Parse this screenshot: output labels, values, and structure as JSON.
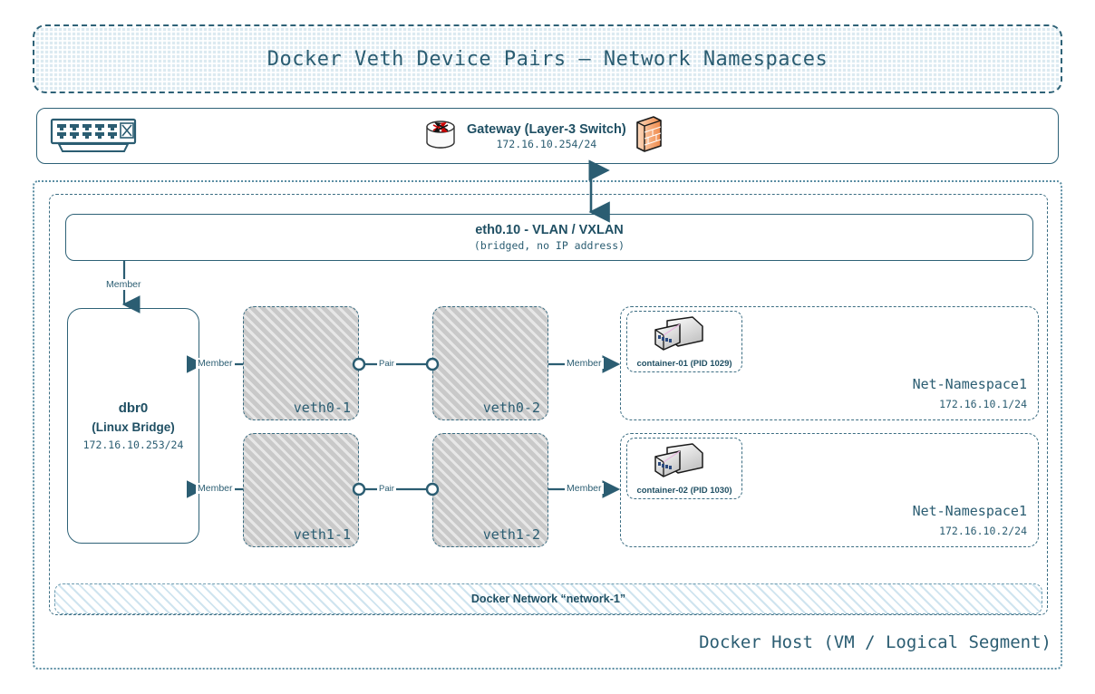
{
  "title": {
    "text": "Docker Veth Device Pairs – Network Namespaces"
  },
  "gateway_strip": {
    "switch_icon": "network-switch-icon",
    "router_icon": "router-icon",
    "firewall_icon": "firewall-icon",
    "gateway_title": "Gateway (Layer-3 Switch)",
    "gateway_ip": "172.16.10.254/24"
  },
  "host": {
    "label": "Docker Host (VM / Logical Segment)",
    "uplink": {
      "vlan_title": "eth0.10 - VLAN / VXLAN",
      "vlan_subtitle": "(bridged, no IP address)"
    },
    "bridge": {
      "name": "dbr0",
      "subtitle": "(Linux Bridge)",
      "ip": "172.16.10.253/24",
      "uplink_edge_label": "Member"
    },
    "rows": [
      {
        "veth_left": "veth0-1",
        "veth_right": "veth0-2",
        "pair_label": "Pair",
        "left_edge_label": "Member",
        "right_edge_label": "Member",
        "container_name": "container-01 (PID 1029)",
        "container_icon": "server-appliance-icon",
        "namespace_name": "Net-Namespace1",
        "namespace_ip": "172.16.10.1/24"
      },
      {
        "veth_left": "veth1-1",
        "veth_right": "veth1-2",
        "pair_label": "Pair",
        "left_edge_label": "Member",
        "right_edge_label": "Member",
        "container_name": "container-02 (PID 1030)",
        "container_icon": "server-appliance-icon",
        "namespace_name": "Net-Namespace1",
        "namespace_ip": "172.16.10.2/24"
      }
    ],
    "network_bar": "Docker Network “network-1”"
  },
  "colors": {
    "ink": "#2b5d72",
    "ink_dark": "#1f4f63",
    "stroke": "#2e6277",
    "dash_stroke": "#3b6d82",
    "banner_fill": "#dceaf1",
    "veth_fill": "#c9c9c9",
    "hatch_blue": "#cfe4ef",
    "firewall_orange": "#f2a072"
  }
}
